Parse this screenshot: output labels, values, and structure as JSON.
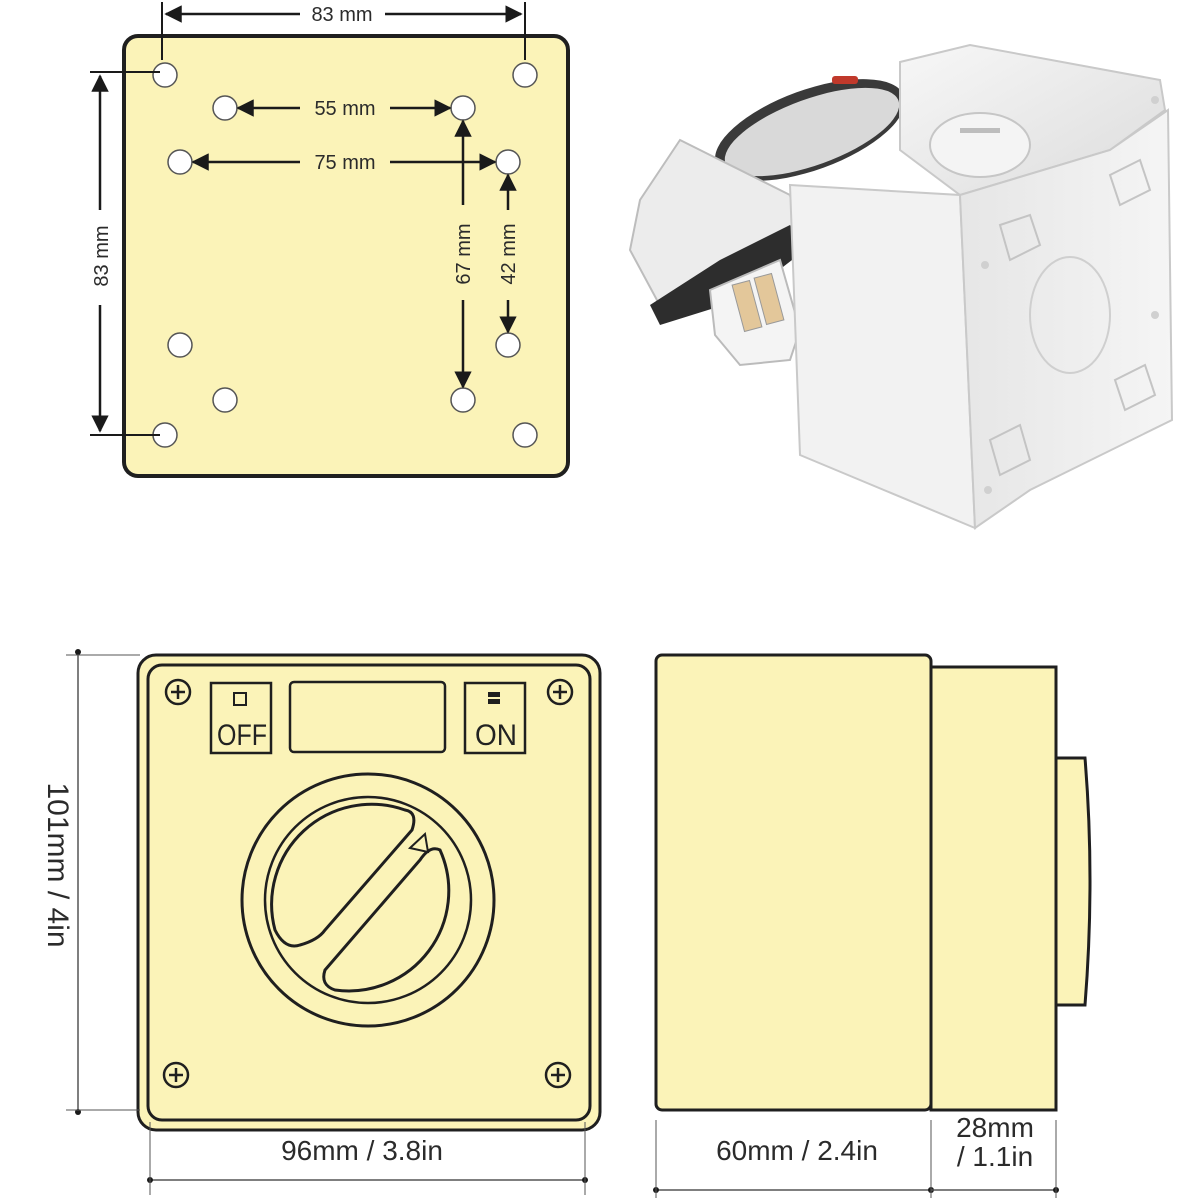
{
  "mounting_plate": {
    "top_width": "83 mm",
    "left_height": "83 mm",
    "inner_spacing_55": "55 mm",
    "inner_spacing_75": "75 mm",
    "vertical_67": "67 mm",
    "vertical_42": "42 mm"
  },
  "front_view": {
    "off_label": "OFF",
    "on_label": "ON",
    "height": "101mm / 4in",
    "width": "96mm / 3.8in"
  },
  "side_view": {
    "depth_body": "60mm / 2.4in",
    "depth_knob_line1": "28mm",
    "depth_knob_line2": "/ 1.1in"
  },
  "colors": {
    "drawing_fill": "#fbf3b8",
    "outline": "#1f1f1f",
    "enclosure_white": "#eeeeee"
  }
}
